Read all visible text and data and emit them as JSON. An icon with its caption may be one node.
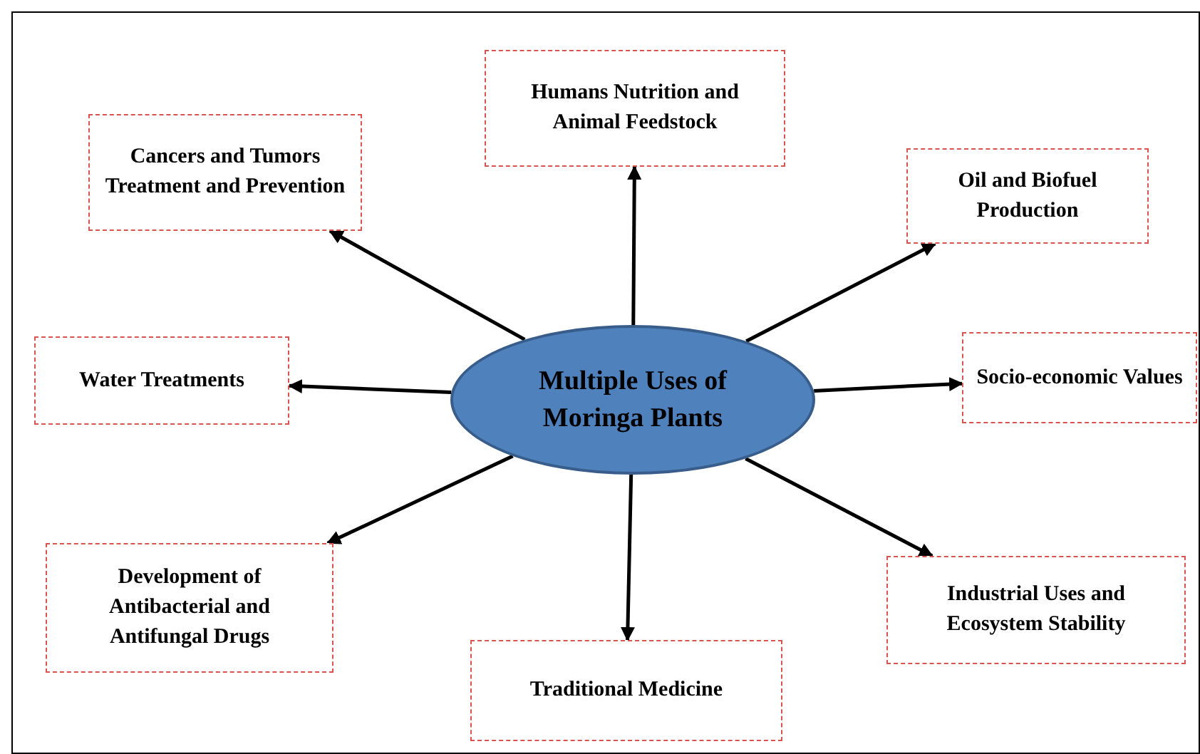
{
  "diagram": {
    "nodes": [
      {
        "text": [
          "Multiple Uses of Moringa Plants"
        ]
      },
      {
        "text": [
          "Humans Nutrition and Animal Feedstock"
        ]
      },
      {
        "text": [
          "Cancers and Tumors Treatment and Prevention"
        ]
      },
      {
        "text": [
          "Oil and Biofuel Production"
        ]
      },
      {
        "text": [
          "Water Treatments"
        ]
      },
      {
        "text": [
          "Socio-economic Values"
        ]
      },
      {
        "text": [
          "Development of Antibacterial and Antifungal Drugs"
        ]
      },
      {
        "text": [
          "Industrial Uses and Ecosystem Stability"
        ]
      },
      {
        "text": [
          "Traditional Medicine"
        ]
      }
    ],
    "edges": [
      {
        "from": 0,
        "to": 1,
        "arrow": "to"
      },
      {
        "from": 0,
        "to": 2,
        "arrow": "to"
      },
      {
        "from": 0,
        "to": 3,
        "arrow": "to"
      },
      {
        "from": 0,
        "to": 4,
        "arrow": "to"
      },
      {
        "from": 0,
        "to": 5,
        "arrow": "to"
      },
      {
        "from": 0,
        "to": 6,
        "arrow": "to"
      },
      {
        "from": 0,
        "to": 7,
        "arrow": "to"
      },
      {
        "from": 0,
        "to": 8,
        "arrow": "to"
      }
    ]
  }
}
